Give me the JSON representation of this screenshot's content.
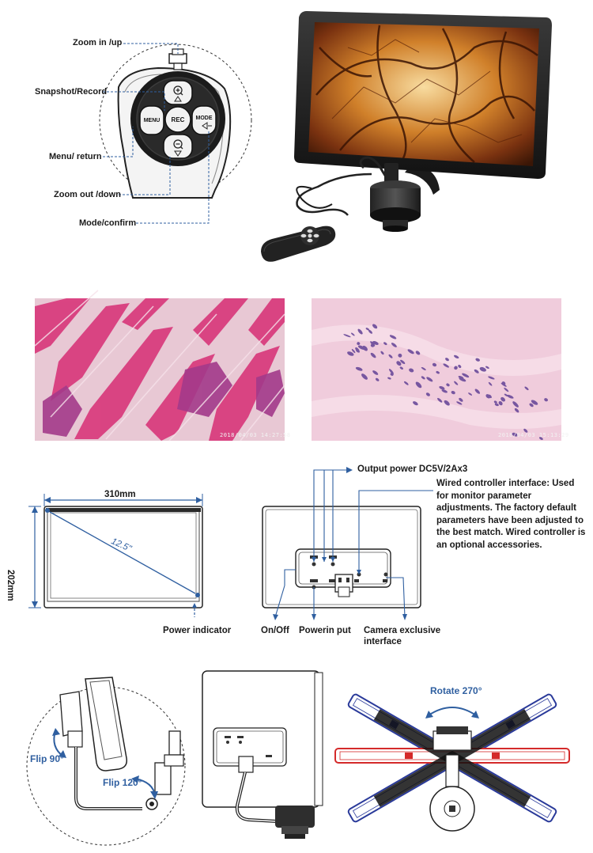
{
  "controller": {
    "labels": {
      "zoom_in": "Zoom in /up",
      "snapshot": "Snapshot/Record",
      "menu": "Menu/ return",
      "zoom_out": "Zoom out /down",
      "mode": "Mode/confirm"
    },
    "buttons": {
      "rec": "REC",
      "menu": "MENU",
      "mode": "MODE"
    }
  },
  "micrographs": {
    "left_timestamp": "2018/04/03 14:27:58",
    "right_timestamp": "2018/04/03 15:13:29"
  },
  "dimensions": {
    "width": "310mm",
    "height": "202mm",
    "diagonal": "12.5\"",
    "power_indicator": "Power indicator"
  },
  "rear_panel": {
    "output_power": "Output power DC5V/2Ax3",
    "wired_controller": "Wired controller interface: Used for monitor parameter adjustments. The factory default parameters have been adjusted to the best match. Wired controller is an optional  accessories.",
    "on_off": "On/Off",
    "power_input": "Powerin put",
    "camera_interface": "Camera exclusive interface"
  },
  "mounting": {
    "flip_90": "Flip 90°",
    "flip_120": "Flip 120°",
    "rotate_270": "Rotate 270°"
  },
  "colors": {
    "annotation_blue": "#2f5fa0",
    "rotate_blue": "#2a3a9a",
    "rotate_red": "#d42a2a"
  }
}
